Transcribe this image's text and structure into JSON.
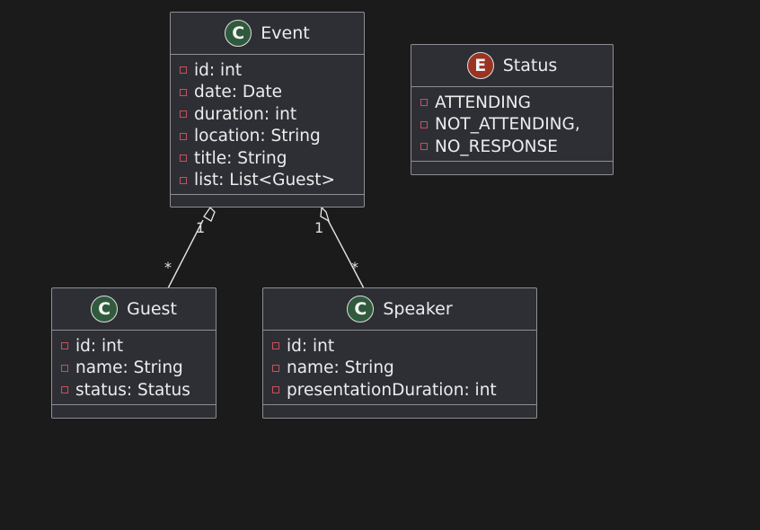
{
  "colors": {
    "background": "#1b1b1b",
    "box_fill": "#2e2f35",
    "box_border": "#8e8e94",
    "class_badge": "#2f5a3c",
    "enum_badge": "#9a3422",
    "private_marker": "#c9505a"
  },
  "classes": {
    "event": {
      "stereotype": "C",
      "name": "Event",
      "fields": [
        "id: int",
        "date: Date",
        "duration: int",
        "location: String",
        "title: String",
        "list: List<Guest>"
      ]
    },
    "status": {
      "stereotype": "E",
      "name": "Status",
      "fields": [
        "ATTENDING",
        "NOT_ATTENDING,",
        "NO_RESPONSE"
      ]
    },
    "guest": {
      "stereotype": "C",
      "name": "Guest",
      "fields": [
        "id: int",
        "name: String",
        "status: Status"
      ]
    },
    "speaker": {
      "stereotype": "C",
      "name": "Speaker",
      "fields": [
        "id: int",
        "name: String",
        "presentationDuration: int"
      ]
    }
  },
  "relations": {
    "event_guest": {
      "type": "aggregation",
      "source_multiplicity": "1",
      "target_multiplicity": "*"
    },
    "event_speaker": {
      "type": "aggregation",
      "source_multiplicity": "1",
      "target_multiplicity": "*"
    }
  }
}
